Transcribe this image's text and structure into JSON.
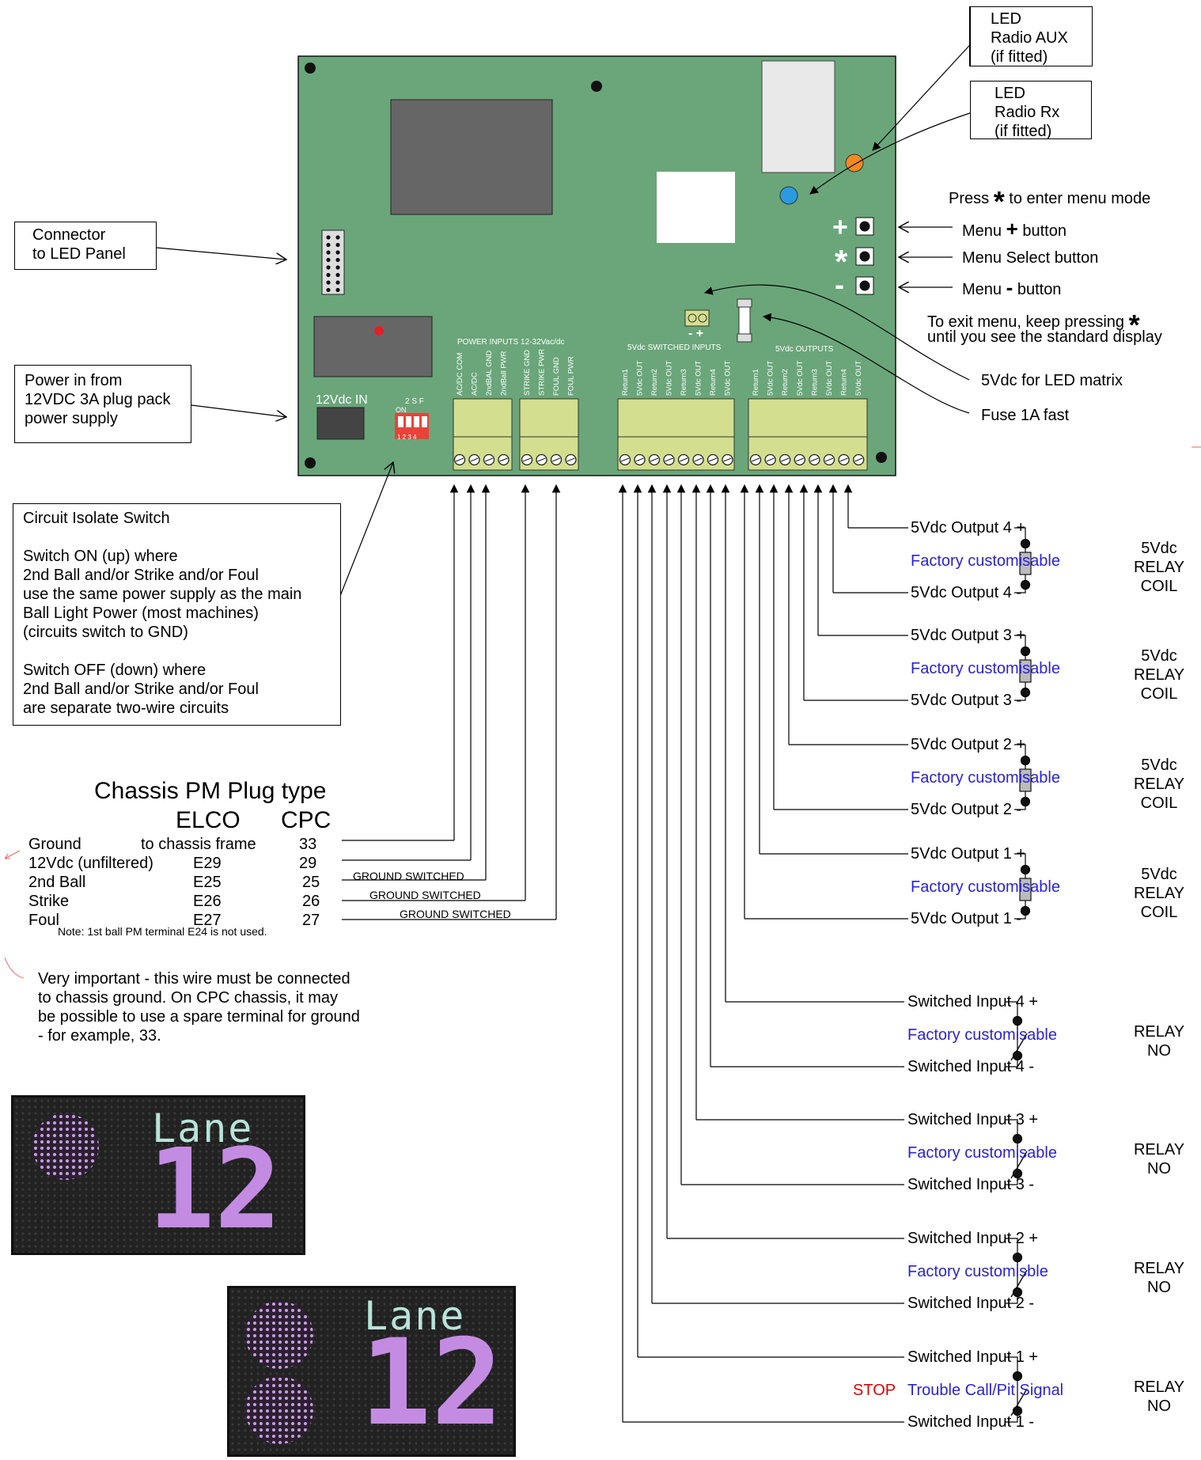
{
  "board": {
    "power_inputs_label": "POWER INPUTS 12-32Vac/dc",
    "switched_inputs_label": "5Vdc SWITCHED INPUTS",
    "outputs_label": "5Vdc OUTPUTS",
    "power_in_label": "12Vdc IN",
    "dip_top": "2 S F",
    "dip_on": "ON",
    "dip_numbers": "1 2 3 4",
    "power_terminals": [
      "AC/DC COM",
      "AC/DC",
      "2ndBAL GND",
      "2ndBall PWR",
      "STRIKE GND",
      "STRIKE PWR",
      "FOUL GND",
      "FOUL PWR"
    ],
    "switched_terminals": [
      "Return1",
      "5Vdc OUT",
      "Return2",
      "5Vdc OUT",
      "Return3",
      "5Vdc OUT",
      "Return4",
      "5Vdc OUT"
    ],
    "output_terminals": [
      "Return1",
      "5Vdc OUT",
      "Return2",
      "5Vdc OUT",
      "Return3",
      "5Vdc OUT",
      "Return4",
      "5Vdc OUT"
    ],
    "matrix_pins": "- +"
  },
  "callouts": {
    "led_aux": "LED\nRadio AUX\n(if fitted)",
    "led_rx": "LED\nRadio Rx\n(if fitted)",
    "connector": "Connector\nto LED Panel",
    "power_in": "Power in from\n12VDC 3A plug pack\npower supply",
    "isolate": "Circuit Isolate Switch\n\nSwitch ON (up) where\n2nd Ball and/or Strike and/or Foul\nuse the same power supply as the main\nBall Light Power (most machines)\n(circuits switch to GND)\n\nSwitch OFF (down) where\n2nd Ball and/or Strike and/or Foul\nare separate two-wire circuits"
  },
  "menu": {
    "press_prefix": "Press",
    "press_suffix": "to enter menu mode",
    "plus_button_prefix": "Menu",
    "plus_button_suffix": "button",
    "select_button": "Menu Select button",
    "minus_button_prefix": "Menu",
    "minus_button_suffix": "button",
    "exit_line1": "To exit menu, keep pressing",
    "exit_line2": "until you see the standard display",
    "led_matrix": "5Vdc for LED matrix",
    "fuse": "Fuse 1A fast",
    "plus_symbol": "+",
    "star_symbol": "*",
    "minus_symbol": "-"
  },
  "outputs": [
    {
      "plus": "5Vdc Output 4 +",
      "minus": "5Vdc Output 4 -",
      "note": "Factory customisable",
      "device": "5Vdc\nRELAY\nCOIL"
    },
    {
      "plus": "5Vdc Output 3 +",
      "minus": "5Vdc Output 3 -",
      "note": "Factory customisable",
      "device": "5Vdc\nRELAY\nCOIL"
    },
    {
      "plus": "5Vdc Output 2 +",
      "minus": "5Vdc Output 2 -",
      "note": "Factory customisable",
      "device": "5Vdc\nRELAY\nCOIL"
    },
    {
      "plus": "5Vdc Output 1 +",
      "minus": "5Vdc Output 1 -",
      "note": "Factory customisable",
      "device": "5Vdc\nRELAY\nCOIL"
    }
  ],
  "inputs": [
    {
      "plus": "Switched Input 4 +",
      "minus": "Switched Input 4 -",
      "note": "Factory customisable",
      "device": "RELAY\nNO"
    },
    {
      "plus": "Switched Input 3 +",
      "minus": "Switched Input 3 -",
      "note": "Factory customisable",
      "device": "RELAY\nNO"
    },
    {
      "plus": "Switched Input 2 +",
      "minus": "Switched Input 2 -",
      "note": "Factory customisble",
      "device": "RELAY\nNO"
    },
    {
      "plus": "Switched Input 1 +",
      "minus": "Switched Input 1 -",
      "note": "Trouble Call/Pit Signal",
      "stop": "STOP",
      "device": "RELAY\nNO"
    }
  ],
  "chassis": {
    "title": "Chassis PM Plug type",
    "col_elco": "ELCO",
    "col_cpc": "CPC",
    "rows": [
      {
        "name": "Ground",
        "elco": "to chassis frame",
        "cpc": "33",
        "note": ""
      },
      {
        "name": "12Vdc (unfiltered)",
        "elco": "E29",
        "cpc": "29",
        "note": ""
      },
      {
        "name": "2nd Ball",
        "elco": "E25",
        "cpc": "25",
        "note": "GROUND SWITCHED"
      },
      {
        "name": "Strike",
        "elco": "E26",
        "cpc": "26",
        "note": "GROUND SWITCHED"
      },
      {
        "name": "Foul",
        "elco": "E27",
        "cpc": "27",
        "note": "GROUND SWITCHED"
      }
    ],
    "footnote": "Note: 1st ball PM terminal E24 is not used.",
    "warning": "Very important - this wire must be connected\nto chassis ground.  On CPC chassis, it may\nbe possible to use a spare terminal for ground\n- for example, 33."
  },
  "displays": [
    {
      "word": "Lane",
      "number": "12",
      "balls": 1
    },
    {
      "word": "Lane",
      "number": "12",
      "balls": 2
    }
  ],
  "colors": {
    "board": "#6aa67a",
    "terminal": "#d3df8e",
    "blue_text": "#2a23d4",
    "red_text": "#e00000",
    "led_orange": "#f08a24",
    "led_blue": "#2b9be0",
    "dip": "#e8433a"
  }
}
